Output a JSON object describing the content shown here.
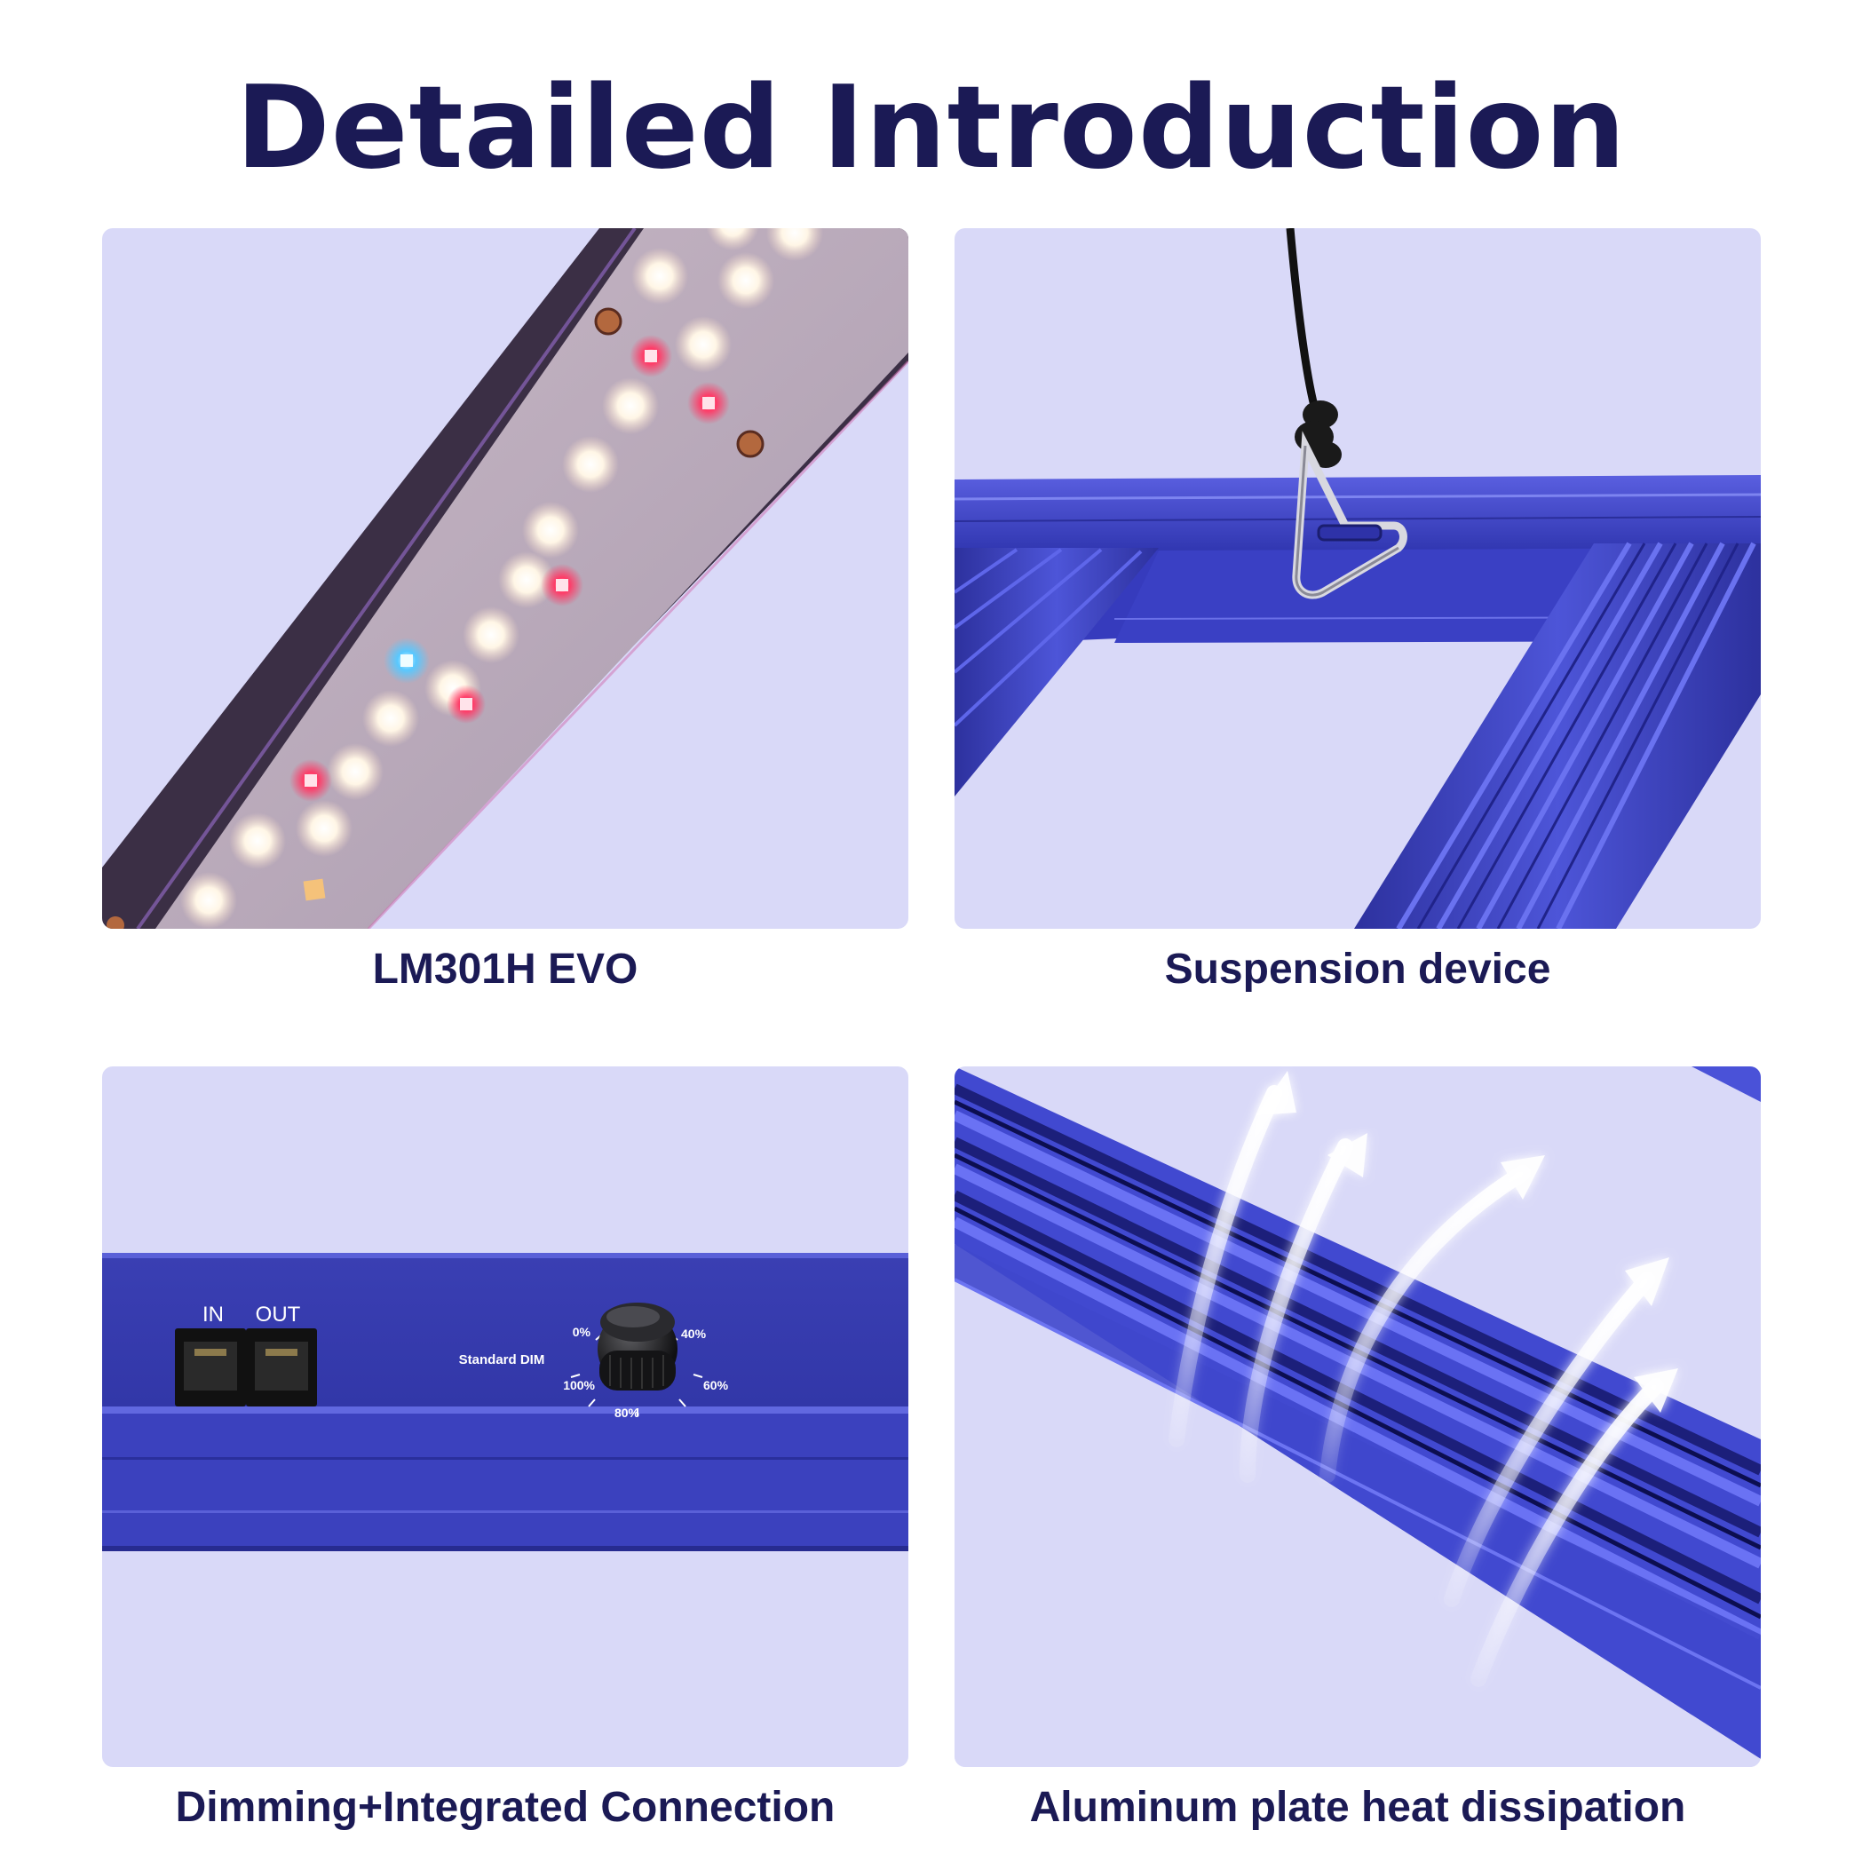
{
  "title": "Detailed Introduction",
  "panels": [
    {
      "caption": "LM301H EVO"
    },
    {
      "caption": "Suspension device"
    },
    {
      "caption": "Dimming+Integrated Connection",
      "ports": {
        "in_label": "IN",
        "out_label": "OUT"
      },
      "dimmer": {
        "mode_label": "Standard DIM",
        "marks": [
          "0%",
          "40%",
          "60%",
          "80%",
          "100%"
        ]
      }
    },
    {
      "caption": "Aluminum plate heat dissipation"
    }
  ],
  "colors": {
    "title": "#1b1a55",
    "panel_background": "#d9d9f8",
    "housing_blue": "#3a3fb5",
    "led_warm_white": "#fff4e0",
    "led_red": "#ff2d5c"
  }
}
